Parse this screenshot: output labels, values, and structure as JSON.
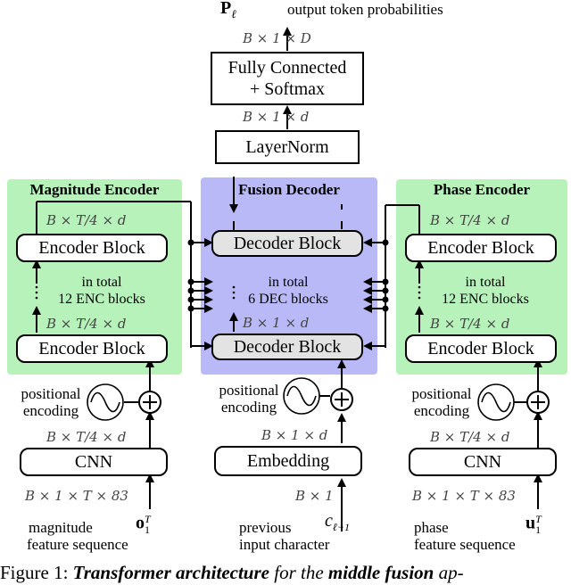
{
  "output": {
    "symbol": "P",
    "symbol_sub": "ℓ",
    "label": "output token probabilities",
    "dim_top": "B × 1 × D",
    "fc_line1": "Fully Connected",
    "fc_line2": "+ Softmax",
    "dim_fc": "B × 1 × d",
    "layernorm": "LayerNorm"
  },
  "magnitude_encoder": {
    "title": "Magnitude Encoder",
    "dim_top": "B × T/4 × d",
    "block_top": "Encoder Block",
    "total_line1": "in total",
    "total_line2": "12 ENC blocks",
    "dim_mid": "B × T/4 × d",
    "block_bottom": "Encoder Block",
    "pos_line1": "positional",
    "pos_line2": "encoding",
    "dim_cnn_out": "B × T/4 × d",
    "cnn": "CNN",
    "dim_input": "B × 1 × T × 83",
    "input_line1": "magnitude",
    "input_line2": "feature sequence",
    "input_symbol": "o",
    "input_sub": "1",
    "input_sup": "T"
  },
  "fusion_decoder": {
    "title": "Fusion Decoder",
    "block_top": "Decoder Block",
    "total_line1": "in total",
    "total_line2": "6 DEC blocks",
    "dim_mid": "B × 1 × d",
    "block_bottom": "Decoder Block",
    "pos_line1": "positional",
    "pos_line2": "encoding",
    "dim_emb_out": "B × 1 × d",
    "embedding": "Embedding",
    "dim_input": "B × 1",
    "input_line1": "previous",
    "input_line2": "input character",
    "input_symbol": "c",
    "input_sub": "ℓ−1"
  },
  "phase_encoder": {
    "title": "Phase Encoder",
    "dim_top": "B × T/4 × d",
    "block_top": "Encoder Block",
    "total_line1": "in total",
    "total_line2": "12 ENC blocks",
    "dim_mid": "B × T/4 × d",
    "block_bottom": "Encoder Block",
    "pos_line1": "positional",
    "pos_line2": "encoding",
    "dim_cnn_out": "B × T/4 × d",
    "cnn": "CNN",
    "dim_input": "B × 1 × T × 83",
    "input_line1": "phase",
    "input_line2": "feature sequence",
    "input_symbol": "u",
    "input_sub": "1",
    "input_sup": "T"
  },
  "caption": {
    "prefix": "Figure 1: ",
    "bold1": "Transformer architecture",
    "mid": " for the ",
    "bold2": "middle fusion",
    "suffix": " ap-"
  }
}
